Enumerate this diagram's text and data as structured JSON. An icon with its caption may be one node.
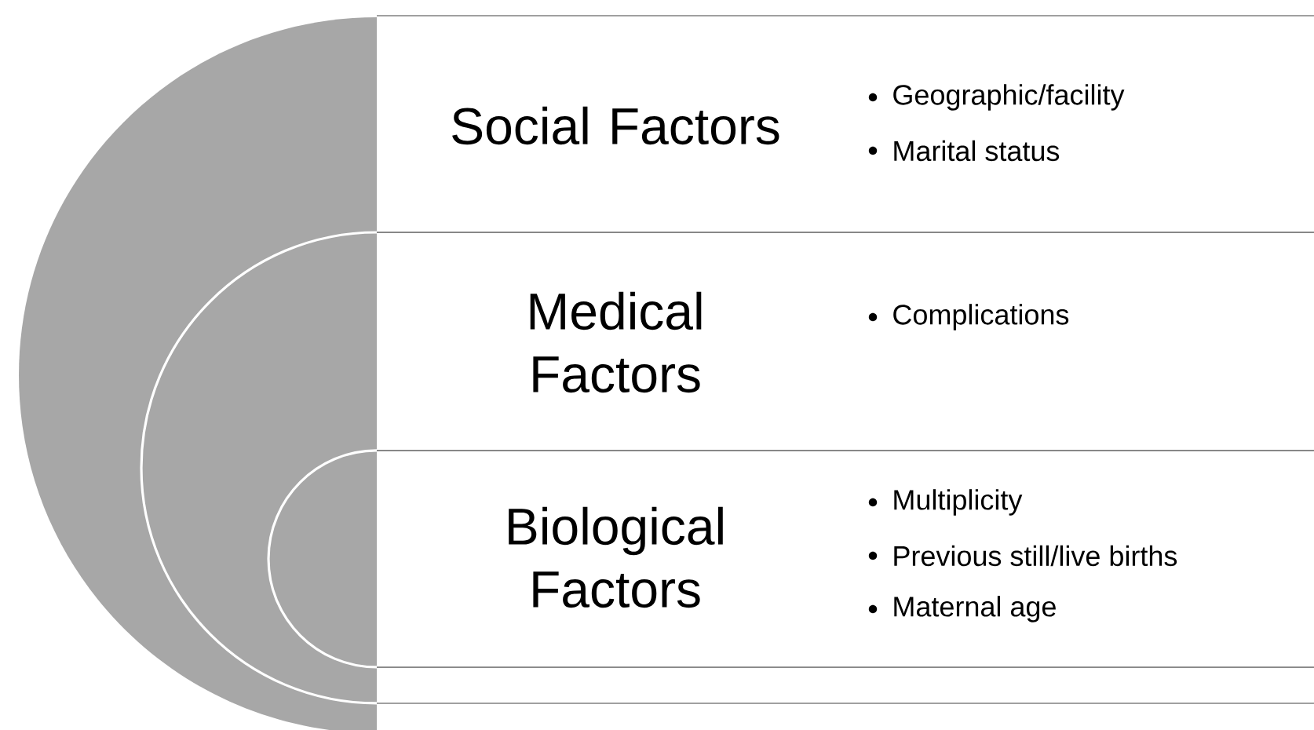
{
  "diagram": {
    "nodes": [
      {
        "text": [
          "Social Factors",
          "Geographic/facility",
          "Marital status"
        ]
      },
      {
        "text": [
          "Medical Factors",
          "Complications"
        ]
      },
      {
        "text": [
          "Biological Factors",
          "Multiplicity",
          "Previous still/live births",
          "Maternal age"
        ]
      },
      {
        "text": [],
        "shape": "box"
      }
    ]
  }
}
